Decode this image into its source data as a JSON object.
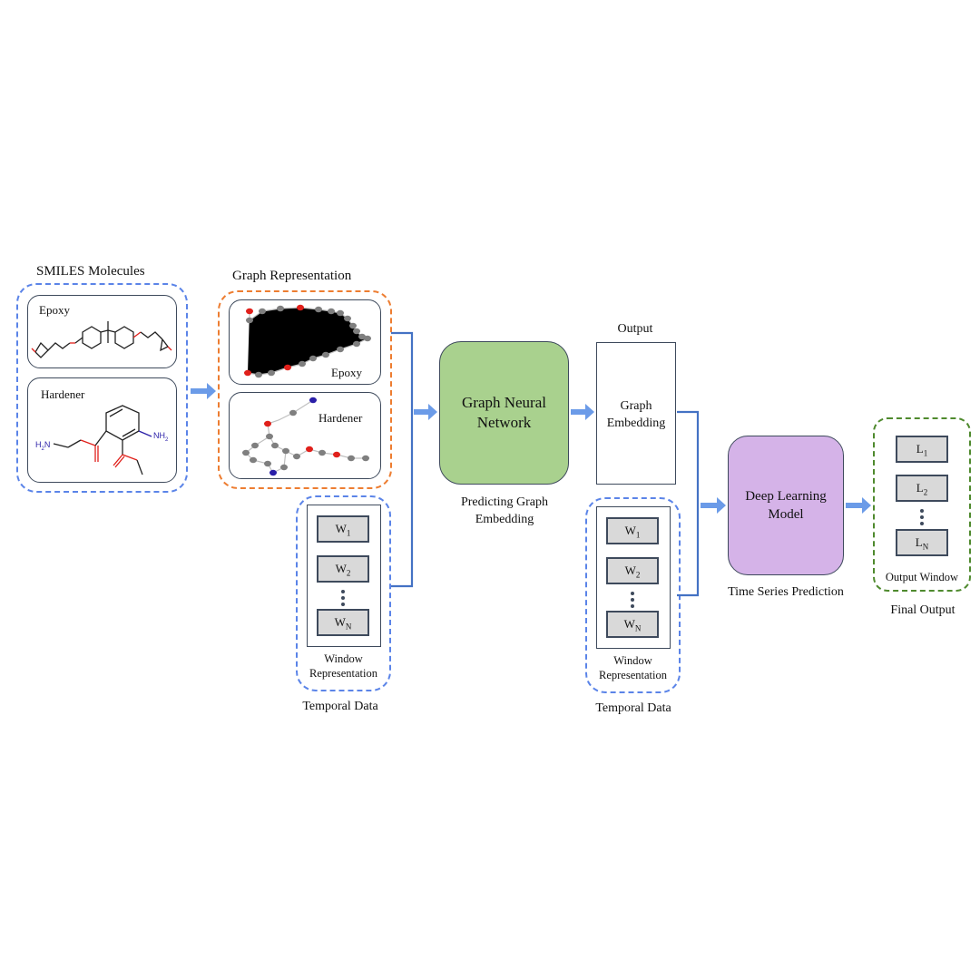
{
  "smiles": {
    "title": "SMILES Molecules",
    "epoxy_label": "Epoxy",
    "hardener_label": "Hardener",
    "amine_label_right": "NH",
    "amine_sub": "2",
    "amine_label_left": "H",
    "amine_left_tail": "N"
  },
  "graph": {
    "title": "Graph Representation",
    "epoxy_label": "Epoxy",
    "hardener_label": "Hardener"
  },
  "temporal_left": {
    "items": [
      {
        "base": "W",
        "sub": "1"
      },
      {
        "base": "W",
        "sub": "2"
      },
      {
        "base": "W",
        "sub": "N"
      }
    ],
    "window_label_1": "Window",
    "window_label_2": "Representation",
    "caption": "Temporal Data"
  },
  "gnn": {
    "line1": "Graph Neural",
    "line2": "Network",
    "caption1": "Predicting Graph",
    "caption2": "Embedding"
  },
  "embedding": {
    "title": "Output",
    "line1": "Graph",
    "line2": "Embedding"
  },
  "temporal_right": {
    "items": [
      {
        "base": "W",
        "sub": "1"
      },
      {
        "base": "W",
        "sub": "2"
      },
      {
        "base": "W",
        "sub": "N"
      }
    ],
    "window_label_1": "Window",
    "window_label_2": "Representation",
    "caption": "Temporal Data"
  },
  "dl": {
    "line1": "Deep Learning",
    "line2": "Model",
    "caption": "Time Series Prediction"
  },
  "final": {
    "items": [
      {
        "base": "L",
        "sub": "1"
      },
      {
        "base": "L",
        "sub": "2"
      },
      {
        "base": "L",
        "sub": "N"
      }
    ],
    "window_label": "Output Window",
    "caption": "Final Output"
  },
  "colors": {
    "blue_dash": "#5b84e8",
    "orange_dash": "#ed7d31",
    "green_dash": "#4f8a2e",
    "gnn_fill": "#a9d18e",
    "dl_fill": "#d5b3e8",
    "arrow": "#6b9be8",
    "connector": "#4472c4",
    "atom_carbon": "#7f7f7f",
    "atom_oxygen": "#e0201b",
    "atom_nitrogen": "#2a1fa8"
  }
}
